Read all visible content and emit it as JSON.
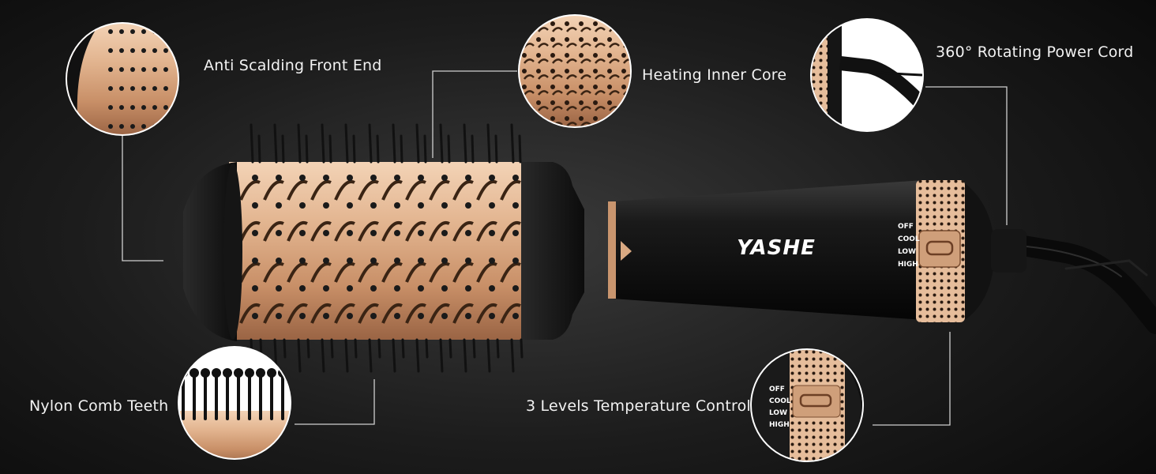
{
  "product": {
    "brand": "YASHE",
    "switch_positions": [
      "OFF",
      "COOL",
      "LOW",
      "HIGH"
    ],
    "colors": {
      "barrel": "#d9a982",
      "body": "#111111",
      "accent": "#c9956e"
    }
  },
  "callouts": {
    "front_end": "Anti Scalding Front End",
    "inner_core": "Heating Inner Core",
    "power_cord": "360° Rotating Power Cord",
    "comb_teeth": "Nylon Comb Teeth",
    "temperature": "3 Levels Temperature Control"
  }
}
